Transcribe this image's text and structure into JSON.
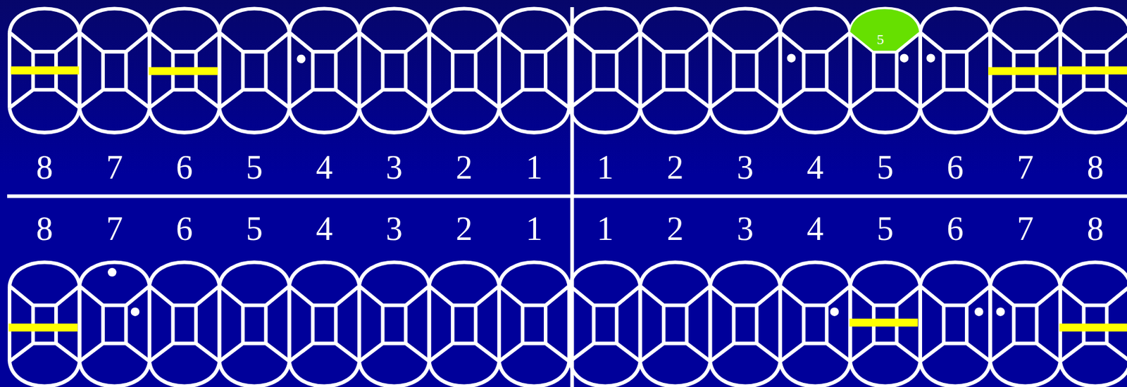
{
  "diagram": {
    "nodes": [
      {
        "text": [
          "5"
        ]
      }
    ],
    "labels": [
      "8",
      "7",
      "6",
      "5",
      "4",
      "3",
      "2",
      "1",
      "1",
      "2",
      "3",
      "4",
      "5",
      "6",
      "7",
      "8",
      "8",
      "7",
      "6",
      "5",
      "4",
      "3",
      "2",
      "1",
      "1",
      "2",
      "3",
      "4",
      "5",
      "6",
      "7",
      "8"
    ]
  }
}
